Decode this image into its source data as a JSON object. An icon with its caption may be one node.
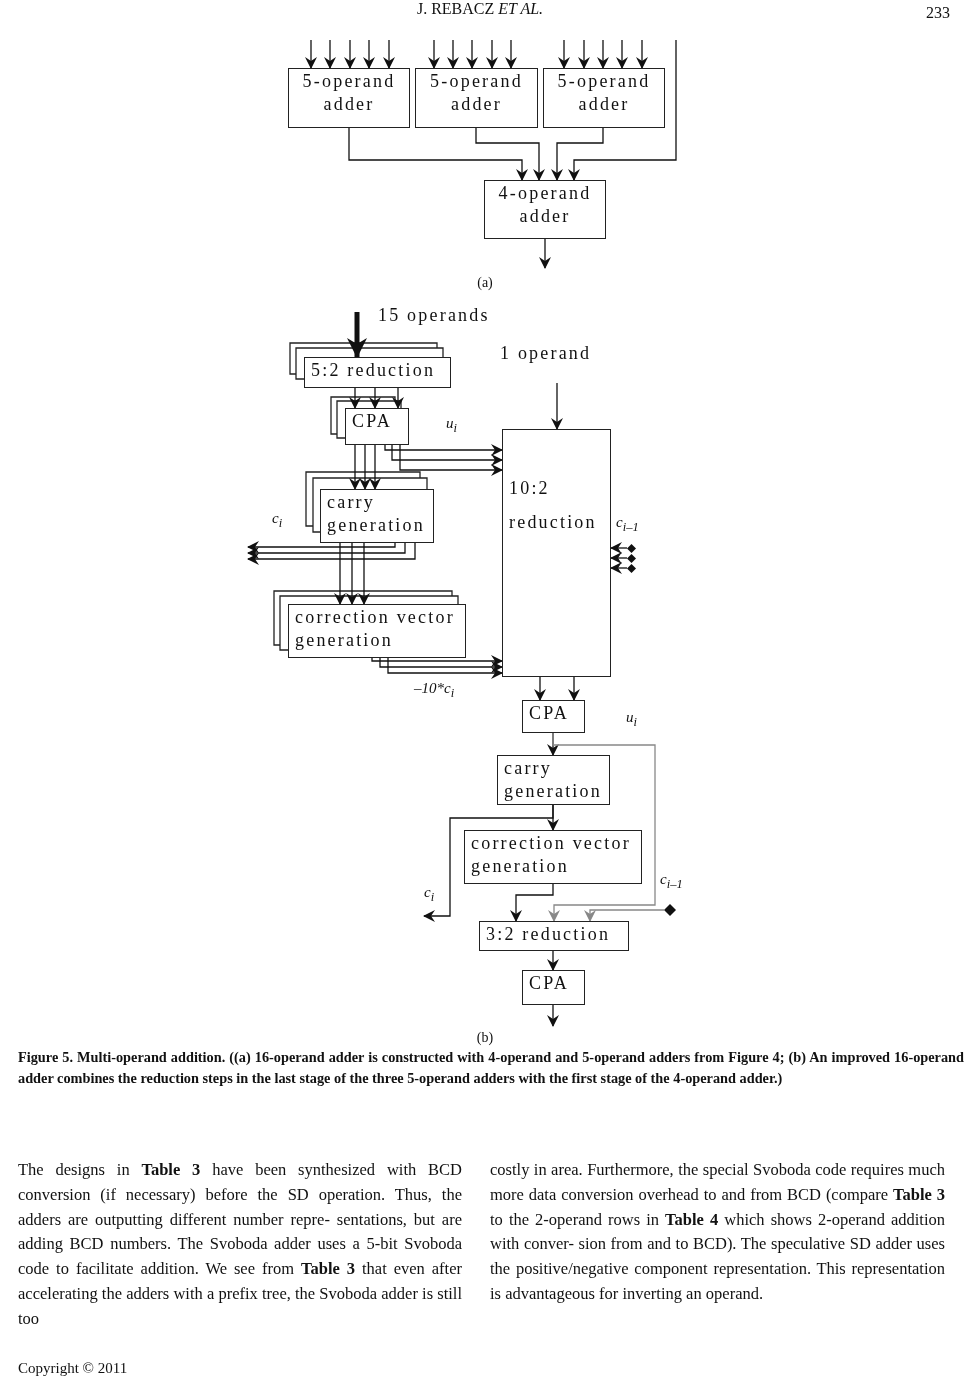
{
  "diagram": {
    "caption": "Figure 5. Multi-operand addition. ((a) 16-operand adder is constructed with 4-operand and 5-operand adders from Figure 4; (b) An improved 16-operand adder combines the reduction steps in the last stage of the three 5-operand adders with the first stage of the 4-operand adder.)",
    "nodes": [
      {
        "text": [
          "5-operand adder"
        ]
      },
      {
        "text": [
          "5-operand adder"
        ]
      },
      {
        "text": [
          "5-operand adder"
        ]
      },
      {
        "text": [
          "4-operand adder"
        ]
      },
      {
        "text": [
          "5:2 reduction"
        ]
      },
      {
        "text": [
          "CPA"
        ]
      },
      {
        "text": [
          "carry generation"
        ]
      },
      {
        "text": [
          "correction vector generation"
        ]
      },
      {
        "text": [
          "10:2 reduction"
        ]
      },
      {
        "text": [
          "CPA"
        ]
      },
      {
        "text": [
          "carry generation"
        ]
      },
      {
        "text": [
          "correction vector generation"
        ]
      },
      {
        "text": [
          "3:2 reduction"
        ]
      },
      {
        "text": [
          "CPA"
        ]
      },
      {
        "text": [],
        "shape": "diamond"
      },
      {
        "text": [],
        "shape": "diamond"
      },
      {
        "text": [],
        "shape": "diamond"
      },
      {
        "text": [],
        "shape": "diamond"
      }
    ],
    "edges": [
      {
        "from": null,
        "to": 0,
        "arrow": "to"
      },
      {
        "from": null,
        "to": 0,
        "arrow": "to"
      },
      {
        "from": null,
        "to": 0,
        "arrow": "to"
      },
      {
        "from": null,
        "to": 0,
        "arrow": "to"
      },
      {
        "from": null,
        "to": 0,
        "arrow": "to"
      },
      {
        "from": null,
        "to": 1,
        "arrow": "to"
      },
      {
        "from": null,
        "to": 1,
        "arrow": "to"
      },
      {
        "from": null,
        "to": 1,
        "arrow": "to"
      },
      {
        "from": null,
        "to": 1,
        "arrow": "to"
      },
      {
        "from": null,
        "to": 1,
        "arrow": "to"
      },
      {
        "from": null,
        "to": 2,
        "arrow": "to"
      },
      {
        "from": null,
        "to": 2,
        "arrow": "to"
      },
      {
        "from": null,
        "to": 2,
        "arrow": "to"
      },
      {
        "from": null,
        "to": 2,
        "arrow": "to"
      },
      {
        "from": null,
        "to": 2,
        "arrow": "to"
      },
      {
        "from": 0,
        "to": 3,
        "arrow": "to"
      },
      {
        "from": 1,
        "to": 3,
        "arrow": "to"
      },
      {
        "from": 2,
        "to": 3,
        "arrow": "to"
      },
      {
        "from": null,
        "to": 3,
        "arrow": "to"
      },
      {
        "from": 3,
        "to": null,
        "arrow": "to"
      },
      {
        "from": null,
        "to": 4,
        "arrow": "to",
        "label": "15 operands",
        "style": "thick"
      },
      {
        "from": 4,
        "to": 5,
        "arrow": "to"
      },
      {
        "from": 4,
        "to": 5,
        "arrow": "to"
      },
      {
        "from": 4,
        "to": 5,
        "arrow": "to"
      },
      {
        "from": 5,
        "to": 8,
        "arrow": "to"
      },
      {
        "from": 5,
        "to": 8,
        "arrow": "to"
      },
      {
        "from": 5,
        "to": 8,
        "arrow": "to"
      },
      {
        "from": 5,
        "to": 6,
        "arrow": "to"
      },
      {
        "from": 5,
        "to": 6,
        "arrow": "to"
      },
      {
        "from": 5,
        "to": 6,
        "arrow": "to"
      },
      {
        "from": 6,
        "to": null,
        "arrow": "to"
      },
      {
        "from": 6,
        "to": null,
        "arrow": "to"
      },
      {
        "from": 6,
        "to": null,
        "arrow": "to"
      },
      {
        "from": 6,
        "to": 7,
        "arrow": "to"
      },
      {
        "from": 6,
        "to": 7,
        "arrow": "to"
      },
      {
        "from": 6,
        "to": 7,
        "arrow": "to"
      },
      {
        "from": 7,
        "to": 8,
        "arrow": "to"
      },
      {
        "from": 7,
        "to": 8,
        "arrow": "to"
      },
      {
        "from": 7,
        "to": 8,
        "arrow": "to"
      },
      {
        "from": 14,
        "to": 8,
        "arrow": "to"
      },
      {
        "from": 15,
        "to": 8,
        "arrow": "to"
      },
      {
        "from": 16,
        "to": 8,
        "arrow": "to"
      },
      {
        "from": null,
        "to": 8,
        "arrow": "to",
        "label": "1 operand"
      },
      {
        "from": 8,
        "to": 9,
        "arrow": "to"
      },
      {
        "from": 8,
        "to": 9,
        "arrow": "to"
      },
      {
        "from": 9,
        "to": 10,
        "arrow": "to"
      },
      {
        "from": 9,
        "to": 12,
        "arrow": "to",
        "color": "#888888"
      },
      {
        "from": 10,
        "to": 11,
        "arrow": "to"
      },
      {
        "from": 10,
        "to": null,
        "arrow": "to",
        "label": "c$_{i}$"
      },
      {
        "from": 11,
        "to": 12,
        "arrow": "to"
      },
      {
        "from": 17,
        "to": 12,
        "arrow": "to",
        "color": "#888888"
      },
      {
        "from": 12,
        "to": 13,
        "arrow": "to"
      },
      {
        "from": 13,
        "to": null,
        "arrow": "to"
      }
    ],
    "labels": [
      "J. REBACZ *ET AL.*",
      "233",
      "(a)",
      "u$_{i}$",
      "c$_{i}$",
      "c$_{i–1}$",
      "–10*c$_{i}$",
      "u$_{i}$",
      "c$_{i–1}$",
      "(b)",
      "The designs in **Table 3** have been synthesized with BCD conversion (if necessary) before the SD operation. Thus, the adders are outputting different number repre- sentations, but are adding BCD numbers. The Svoboda adder uses a 5-bit Svoboda code to facilitate addition. We see from **Table 3** that even after accelerating the adders with a prefix tree, the Svoboda adder is still too",
      "costly in area. Furthermore, the special Svoboda code requires much more data conversion overhead to and from BCD (compare **Table 3** to the 2-operand rows in **Table 4** which shows 2-operand addition with conver- sion from and to BCD). The speculative SD adder uses the positive/negative component representation. This representation is advantageous for inverting an operand.",
      "Copyright © 2011"
    ]
  }
}
